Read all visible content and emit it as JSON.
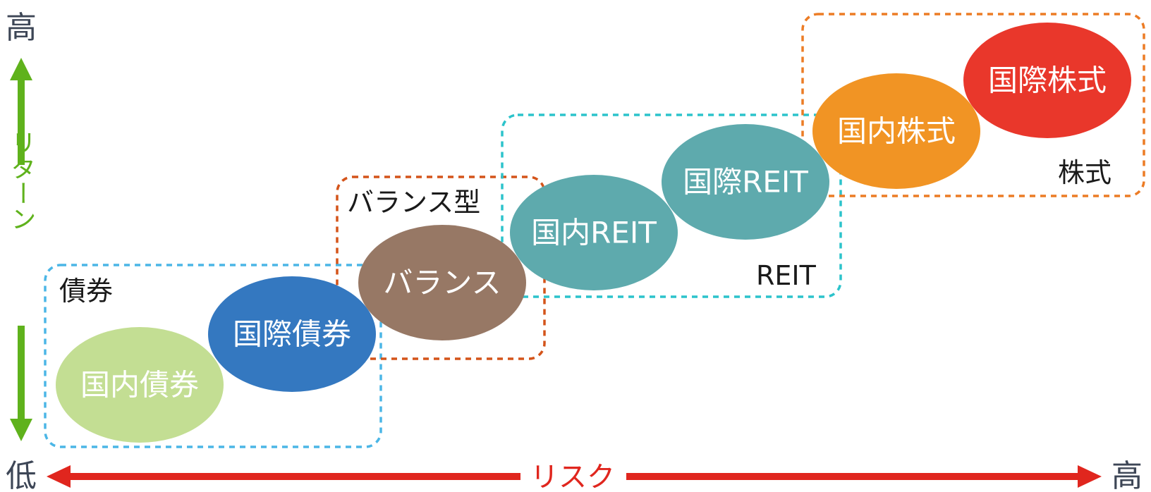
{
  "axes": {
    "y_label": "リターン",
    "y_high": "高",
    "y_low": "低",
    "x_label": "リスク",
    "x_high": "高",
    "y_color": "#5fb21c",
    "x_color": "#e0261e"
  },
  "groups": [
    {
      "id": "bonds",
      "label": "債券",
      "color": "#4bb6e6"
    },
    {
      "id": "balance",
      "label": "バランス型",
      "color": "#d4541a"
    },
    {
      "id": "reit",
      "label": "REIT",
      "color": "#2cc3cb"
    },
    {
      "id": "stocks",
      "label": "株式",
      "color": "#ec7c25"
    }
  ],
  "assets": [
    {
      "id": "domestic-bond",
      "label": "国内債券",
      "color": "#c3de93",
      "text_color": "#3d4656"
    },
    {
      "id": "intl-bond",
      "label": "国際債券",
      "color": "#3478c0",
      "text_color": "#ffffff"
    },
    {
      "id": "balance",
      "label": "バランス",
      "color": "#977865",
      "text_color": "#ffffff"
    },
    {
      "id": "domestic-reit",
      "label": "国内REIT",
      "color": "#5eaaad",
      "text_color": "#ffffff"
    },
    {
      "id": "intl-reit",
      "label": "国際REIT",
      "color": "#5eaaad",
      "text_color": "#ffffff"
    },
    {
      "id": "domestic-stock",
      "label": "国内株式",
      "color": "#f19424",
      "text_color": "#ffffff"
    },
    {
      "id": "intl-stock",
      "label": "国際株式",
      "color": "#e9372b",
      "text_color": "#ffffff"
    }
  ]
}
